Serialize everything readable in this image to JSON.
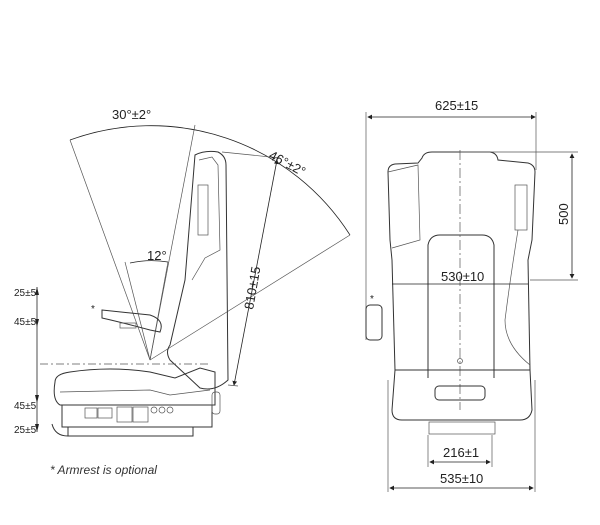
{
  "side_view": {
    "angle_recline": "30°±2°",
    "angle_open": "46°±2°",
    "angle_small": "12°",
    "backrest_height": "810±15",
    "armrest_marker": "*",
    "vertical_dims": [
      "25±5",
      "45±5",
      "45±5",
      "25±5"
    ]
  },
  "front_view": {
    "overall_width": "625±15",
    "backrest_upper": "500",
    "backrest_width": "530±10",
    "rail_width": "216±1",
    "base_width": "535±10",
    "armrest_marker": "*"
  },
  "footnote": "* Armrest is optional"
}
